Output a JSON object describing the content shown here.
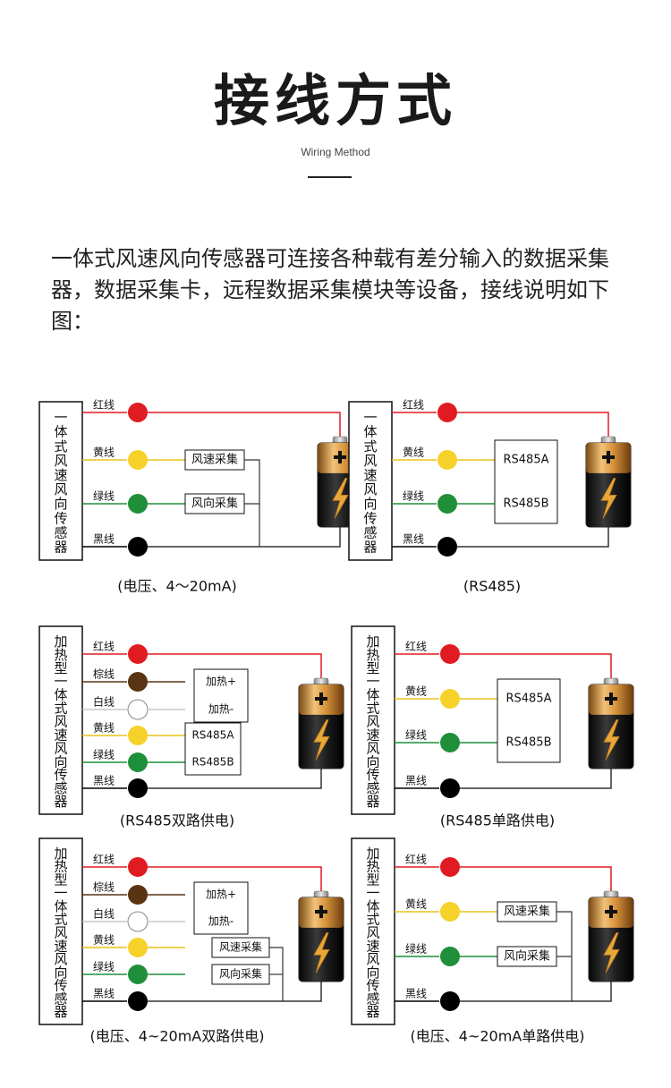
{
  "header": {
    "title": "接线方式",
    "subtitle": "Wiring Method",
    "intro": "一体式风速风向传感器可连接各种载有差分输入的数据采集器，数据采集卡，远程数据采集模块等设备，接线说明如下图："
  },
  "colors": {
    "red": "#e11b22",
    "yellow": "#f6d12a",
    "green": "#1f8f3a",
    "brown": "#5a3412",
    "white": "#ffffff",
    "black": "#000000"
  },
  "diagrams": [
    {
      "sensor_text": "一体式风速风向传感器",
      "wires": [
        {
          "label": "红线",
          "color": "red",
          "to": "battery+"
        },
        {
          "label": "黄线",
          "color": "yellow",
          "box": "风速采集"
        },
        {
          "label": "绿线",
          "color": "green",
          "box": "风向采集"
        },
        {
          "label": "黑线",
          "color": "black",
          "to": "battery-"
        }
      ],
      "caption": "(电压、4～20mA)"
    },
    {
      "sensor_text": "一体式风速风向传感器",
      "wires": [
        {
          "label": "红线",
          "color": "red",
          "to": "battery+"
        },
        {
          "label": "黄线",
          "color": "yellow",
          "box": "RS485A"
        },
        {
          "label": "绿线",
          "color": "green",
          "box": "RS485B"
        },
        {
          "label": "黑线",
          "color": "black",
          "to": "battery-"
        }
      ],
      "caption": "(RS485)"
    },
    {
      "sensor_text": "加热型一体式风速风向传感器",
      "wires": [
        {
          "label": "红线",
          "color": "red",
          "to": "battery+"
        },
        {
          "label": "棕线",
          "color": "brown",
          "box": "加热+"
        },
        {
          "label": "白线",
          "color": "white",
          "box": "加热-"
        },
        {
          "label": "黄线",
          "color": "yellow",
          "box": "RS485A"
        },
        {
          "label": "绿线",
          "color": "green",
          "box": "RS485B"
        },
        {
          "label": "黑线",
          "color": "black",
          "to": "battery-"
        }
      ],
      "caption": "(RS485双路供电)"
    },
    {
      "sensor_text": "加热型一体式风速风向传感器",
      "wires": [
        {
          "label": "红线",
          "color": "red",
          "to": "battery+"
        },
        {
          "label": "黄线",
          "color": "yellow",
          "box": "RS485A"
        },
        {
          "label": "绿线",
          "color": "green",
          "box": "RS485B"
        },
        {
          "label": "黑线",
          "color": "black",
          "to": "battery-"
        }
      ],
      "caption": "(RS485单路供电)"
    },
    {
      "sensor_text": "加热型一体式风速风向传感器",
      "wires": [
        {
          "label": "红线",
          "color": "red",
          "to": "battery+"
        },
        {
          "label": "棕线",
          "color": "brown",
          "box": "加热+"
        },
        {
          "label": "白线",
          "color": "white",
          "box": "加热-"
        },
        {
          "label": "黄线",
          "color": "yellow",
          "box": "风速采集"
        },
        {
          "label": "绿线",
          "color": "green",
          "box": "风向采集"
        },
        {
          "label": "黑线",
          "color": "black",
          "to": "battery-"
        }
      ],
      "caption": "(电压、4~20mA双路供电)"
    },
    {
      "sensor_text": "加热型一体式风速风向传感器",
      "wires": [
        {
          "label": "红线",
          "color": "red",
          "to": "battery+"
        },
        {
          "label": "黄线",
          "color": "yellow",
          "box": "风速采集"
        },
        {
          "label": "绿线",
          "color": "green",
          "box": "风向采集"
        },
        {
          "label": "黑线",
          "color": "black",
          "to": "battery-"
        }
      ],
      "caption": "(电压、4~20mA单路供电)"
    }
  ]
}
